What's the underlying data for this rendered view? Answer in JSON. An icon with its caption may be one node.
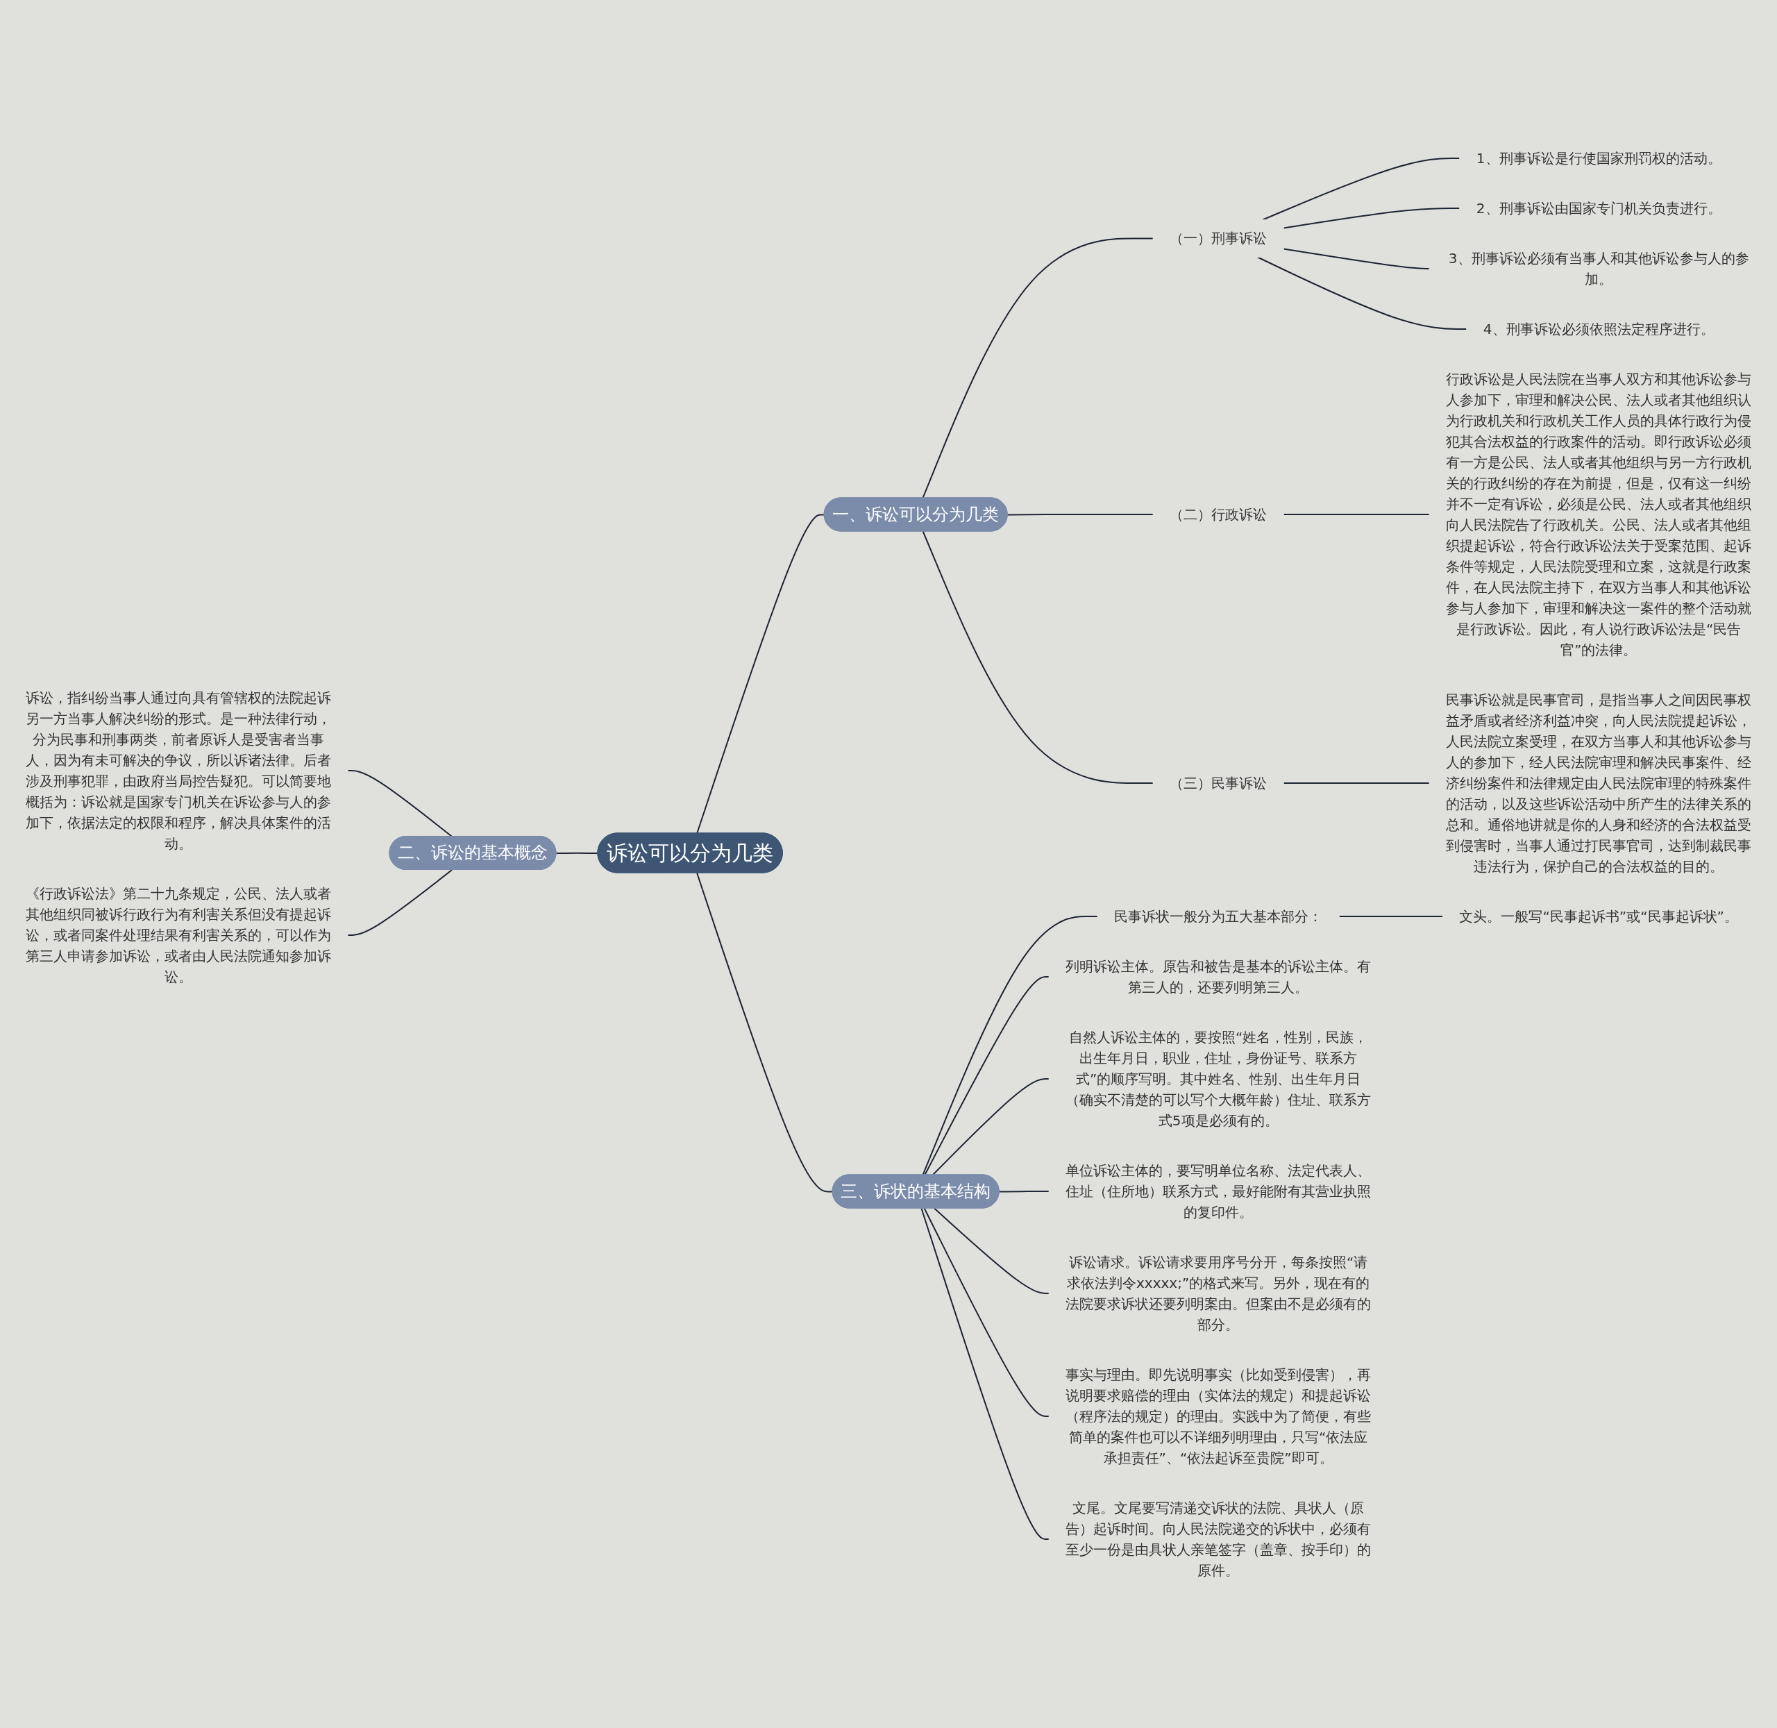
{
  "diagram": {
    "nodes": [
      {
        "text": [
          "诉讼可以分为几类"
        ]
      },
      {
        "text": [
          "一、诉讼可以分为几类"
        ]
      },
      {
        "text": [
          "（一）刑事诉讼"
        ]
      },
      {
        "text": [
          "1、刑事诉讼是行使国家刑罚权的活动。"
        ]
      },
      {
        "text": [
          "2、刑事诉讼由国家专门机关负责进行。"
        ]
      },
      {
        "text": [
          "3、刑事诉讼必须有当事人和其他诉讼参与人的参加。"
        ]
      },
      {
        "text": [
          "4、刑事诉讼必须依照法定程序进行。"
        ]
      },
      {
        "text": [
          "（二）行政诉讼"
        ]
      },
      {
        "text": [
          "行政诉讼是人民法院在当事人双方和其他诉讼参与人参加下，审理和解决公民、法人或者其他组织认为行政机关和行政机关工作人员的具体行政行为侵犯其合法权益的行政案件的活动。即行政诉讼必须有一方是公民、法人或者其他组织与另一方行政机关的行政纠纷的存在为前提，但是，仅有这一纠纷并不一定有诉讼，必须是公民、法人或者其他组织向人民法院告了行政机关。公民、法人或者其他组织提起诉讼，符合行政诉讼法关于受案范围、起诉条件等规定，人民法院受理和立案，这就是行政案件，在人民法院主持下，在双方当事人和其他诉讼参与人参加下，审理和解决这一案件的整个活动就是行政诉讼。因此，有人说行政诉讼法是“民告官”的法律。"
        ]
      },
      {
        "text": [
          "（三）民事诉讼"
        ]
      },
      {
        "text": [
          "民事诉讼就是民事官司，是指当事人之间因民事权益矛盾或者经济利益冲突，向人民法院提起诉讼，人民法院立案受理，在双方当事人和其他诉讼参与人的参加下，经人民法院审理和解决民事案件、经济纠纷案件和法律规定由人民法院审理的特殊案件的活动，以及这些诉讼活动中所产生的法律关系的总和。通俗地讲就是你的人身和经济的合法权益受到侵害时，当事人通过打民事官司，达到制裁民事违法行为，保护自己的合法权益的目的。"
        ]
      },
      {
        "text": [
          "二、诉讼的基本概念"
        ]
      },
      {
        "text": [
          "诉讼，指纠纷当事人通过向具有管辖权的法院起诉另一方当事人解决纠纷的形式。是一种法律行动，分为民事和刑事两类，前者原诉人是受害者当事人，因为有未可解决的争议，所以诉诸法律。后者涉及刑事犯罪，由政府当局控告疑犯。可以简要地概括为：诉讼就是国家专门机关在诉讼参与人的参加下，依据法定的权限和程序，解决具体案件的活动。"
        ]
      },
      {
        "text": [
          "《行政诉讼法》第二十九条规定，公民、法人或者其他组织同被诉行政行为有利害关系但没有提起诉讼，或者同案件处理结果有利害关系的，可以作为第三人申请参加诉讼，或者由人民法院通知参加诉讼。"
        ]
      },
      {
        "text": [
          "三、诉状的基本结构"
        ]
      },
      {
        "text": [
          "民事诉状一般分为五大基本部分："
        ]
      },
      {
        "text": [
          "文头。一般写“民事起诉书”或“民事起诉状”。"
        ]
      },
      {
        "text": [
          "列明诉讼主体。原告和被告是基本的诉讼主体。有第三人的，还要列明第三人。"
        ]
      },
      {
        "text": [
          "自然人诉讼主体的，要按照“姓名，性别，民族，出生年月日，职业，住址，身份证号、联系方式”的顺序写明。其中姓名、性别、出生年月日（确实不清楚的可以写个大概年龄）住址、联系方式5项是必须有的。"
        ]
      },
      {
        "text": [
          "单位诉讼主体的，要写明单位名称、法定代表人、住址（住所地）联系方式，最好能附有其营业执照的复印件。"
        ]
      },
      {
        "text": [
          "诉讼请求。诉讼请求要用序号分开，每条按照“请求依法判令xxxxx;”的格式来写。另外，现在有的法院要求诉状还要列明案由。但案由不是必须有的部分。"
        ]
      },
      {
        "text": [
          "事实与理由。即先说明事实（比如受到侵害），再说明要求赔偿的理由（实体法的规定）和提起诉讼（程序法的规定）的理由。实践中为了简便，有些简单的案件也可以不详细列明理由，只写“依法应承担责任”、“依法起诉至贵院”即可。"
        ]
      },
      {
        "text": [
          "文尾。文尾要写清递交诉状的法院、具状人（原告）起诉时间。向人民法院递交的诉状中，必须有至少一份是由具状人亲笔签字（盖章、按手印）的原件。"
        ]
      }
    ],
    "edges": [
      {
        "from": 0,
        "to": 1,
        "arrow": "none"
      },
      {
        "from": 1,
        "to": 2,
        "arrow": "none"
      },
      {
        "from": 2,
        "to": 3,
        "arrow": "none"
      },
      {
        "from": 2,
        "to": 4,
        "arrow": "none"
      },
      {
        "from": 2,
        "to": 5,
        "arrow": "none"
      },
      {
        "from": 2,
        "to": 6,
        "arrow": "none"
      },
      {
        "from": 1,
        "to": 7,
        "arrow": "none"
      },
      {
        "from": 7,
        "to": 8,
        "arrow": "none"
      },
      {
        "from": 1,
        "to": 9,
        "arrow": "none"
      },
      {
        "from": 9,
        "to": 10,
        "arrow": "none"
      },
      {
        "from": 11,
        "to": 0,
        "arrow": "none"
      },
      {
        "from": 12,
        "to": 11,
        "arrow": "none"
      },
      {
        "from": 13,
        "to": 11,
        "arrow": "none"
      },
      {
        "from": 0,
        "to": 14,
        "arrow": "none"
      },
      {
        "from": 14,
        "to": 15,
        "arrow": "none"
      },
      {
        "from": 15,
        "to": 16,
        "arrow": "none"
      },
      {
        "from": 14,
        "to": 17,
        "arrow": "none"
      },
      {
        "from": 14,
        "to": 18,
        "arrow": "none"
      },
      {
        "from": 14,
        "to": 19,
        "arrow": "none"
      },
      {
        "from": 14,
        "to": 20,
        "arrow": "none"
      },
      {
        "from": 14,
        "to": 21,
        "arrow": "none"
      },
      {
        "from": 14,
        "to": 22,
        "arrow": "none"
      }
    ]
  }
}
